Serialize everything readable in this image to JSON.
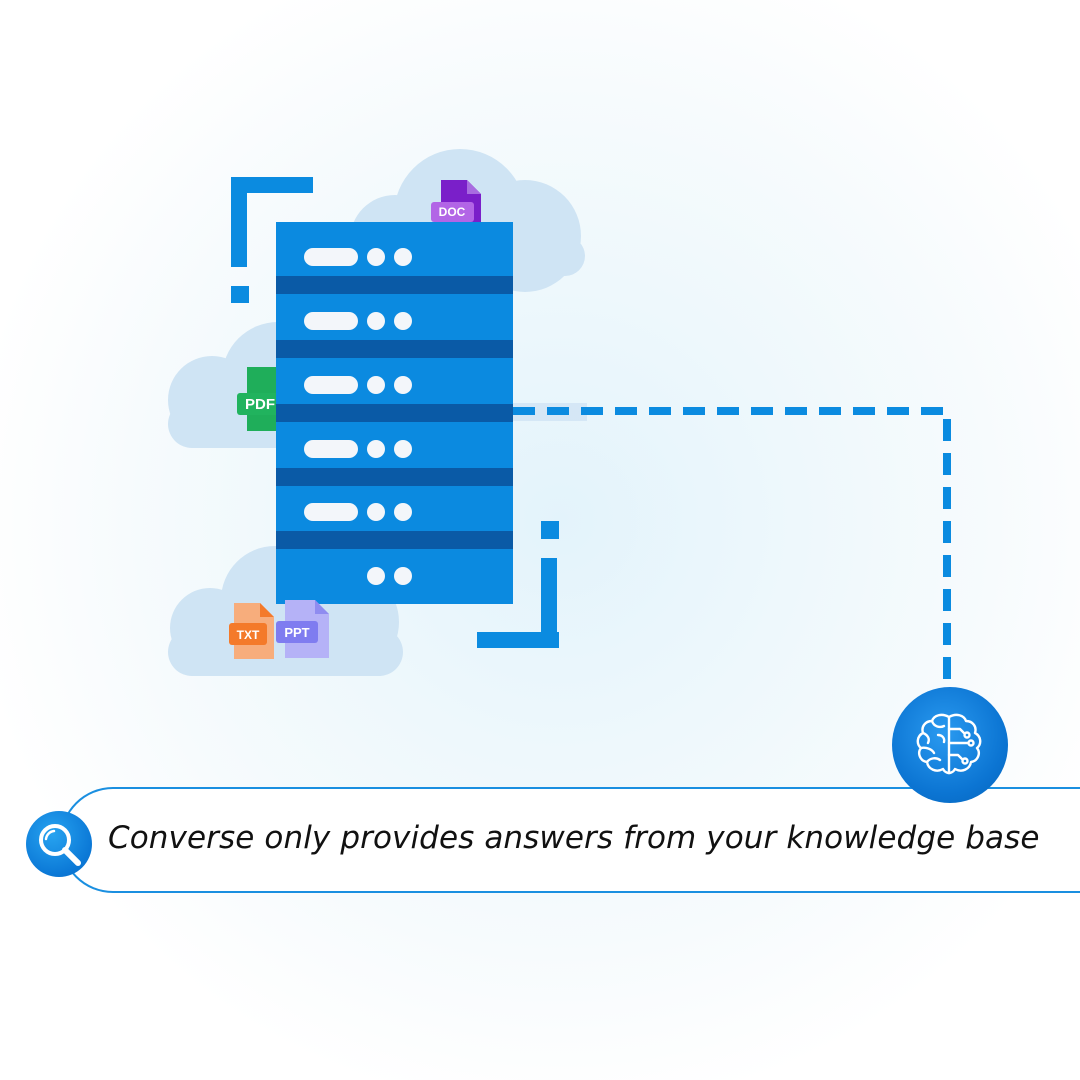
{
  "tagline": "Converse only provides answers from your knowledge base",
  "file_icons": {
    "doc": "DOC",
    "pdf": "PDF",
    "txt": "TXT",
    "ppt": "PPT"
  },
  "icons": {
    "search": "search-icon",
    "brain": "brain-icon",
    "server": "server-rack-icon",
    "cloud": "cloud-icon"
  },
  "colors": {
    "primary_blue": "#0b8be0",
    "server_body": "#0b8ae0",
    "server_divider": "#0a5aa6",
    "cloud": "#cfe4f4",
    "doc_purple": "#7a1fc9",
    "pdf_green": "#1fae5a",
    "txt_orange": "#f47a2a",
    "ppt_lavender": "#9f9cf5"
  }
}
